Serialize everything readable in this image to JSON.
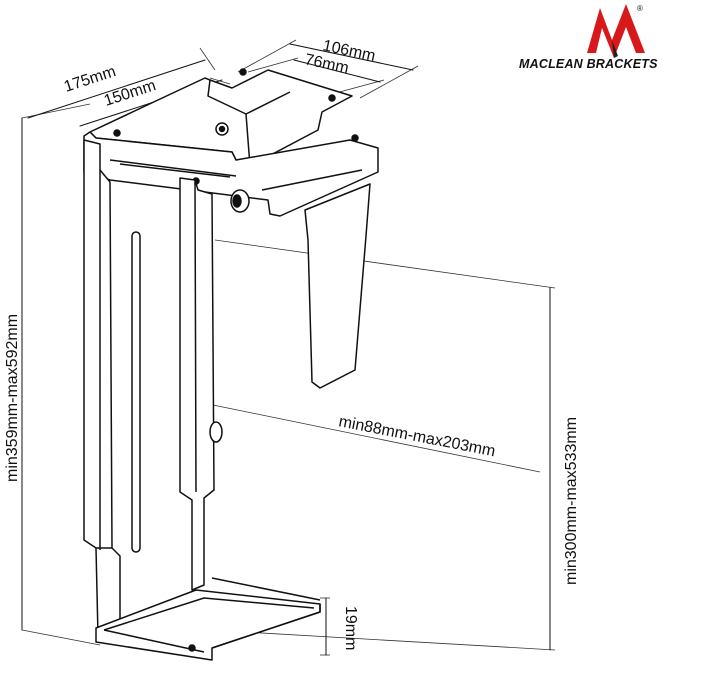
{
  "brand": {
    "name": "MACLEAN BRACKETS",
    "mark": "M",
    "registered": "®",
    "accent_color": "#d7191c"
  },
  "dimensions": {
    "top_outer_width": "106mm",
    "top_inner_width": "76mm",
    "depth_outer": "175mm",
    "depth_inner": "150mm",
    "height_range": "min359mm-max592mm",
    "width_range": "min88mm-max203mm",
    "inner_height_range": "min300mm-max533mm",
    "base_thickness": "19mm"
  }
}
